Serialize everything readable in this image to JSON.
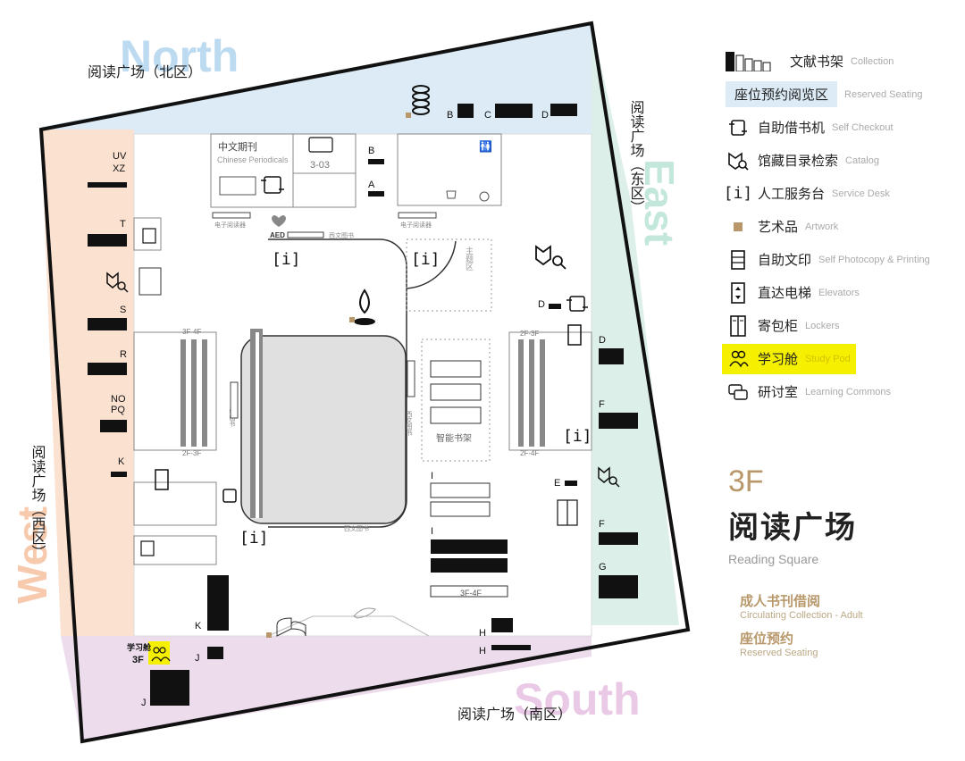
{
  "zones": {
    "north_en": "North",
    "north_cn": "阅读广场（北区）",
    "south_en": "South",
    "south_cn": "阅读广场（南区）",
    "east_en": "East",
    "east_cn": "阅读广场（东区）",
    "west_en": "West",
    "west_cn": "阅读广场（西区）"
  },
  "rooms": {
    "periodicals_cn": "中文期刊",
    "periodicals_en": "Chinese Periodicals",
    "room_303": "3-03",
    "ereader_1": "电子阅读器",
    "ereader_2": "电子阅读器",
    "aed": "AED",
    "western_books_1": "西文图书",
    "western_books_2": "西文图书",
    "western_books_3": "西文图书",
    "japanese_books": "日韩图书",
    "theme_area": "主题区",
    "smart_shelf": "智能书架",
    "stairs_3f4f_left": "3F-4F",
    "stairs_2f3f_left": "2F-3F",
    "stairs_2f3f_right": "2F-3F",
    "stairs_2f4f_right": "2F-4F",
    "stairs_3f4f_bottom": "3F-4F",
    "study_pod_label": "学习舱",
    "study_pod_floor": "3F"
  },
  "shelf_labels": [
    "UV",
    "XZ",
    "T",
    "S",
    "R",
    "NO",
    "PQ",
    "K",
    "B",
    "C",
    "D",
    "B",
    "A",
    "D",
    "D",
    "F",
    "E",
    "F",
    "G",
    "I",
    "I",
    "H",
    "H",
    "K",
    "J",
    "J"
  ],
  "legend": {
    "collection_cn": "文献书架",
    "collection_en": "Collection",
    "reserved_cn": "座位预约阅览区",
    "reserved_en": "Reserved Seating",
    "checkout_cn": "自助借书机",
    "checkout_en": "Self Checkout",
    "catalog_cn": "馆藏目录检索",
    "catalog_en": "Catalog",
    "desk_cn": "人工服务台",
    "desk_en": "Service Desk",
    "artwork_cn": "艺术品",
    "artwork_en": "Artwork",
    "photocopy_cn": "自助文印",
    "photocopy_en": "Self Photocopy & Printing",
    "elevator_cn": "直达电梯",
    "elevator_en": "Elevators",
    "lockers_cn": "寄包柜",
    "lockers_en": "Lockers",
    "studypod_cn": "学习舱",
    "studypod_en": "Study Pod",
    "commons_cn": "研讨室",
    "commons_en": "Learning Commons"
  },
  "floor": {
    "number": "3F",
    "name_cn": "阅读广场",
    "name_en": "Reading Square",
    "sub1_cn": "成人书刊借阅",
    "sub1_en": "Circulating Collection - Adult",
    "sub2_cn": "座位预约",
    "sub2_en": "Reserved Seating"
  },
  "colors": {
    "north": "#dcebf5",
    "south": "#ecdcec",
    "east": "#dcefe9",
    "west": "#fbe1d0",
    "accent": "#b8986a",
    "highlight": "#f5f000",
    "wall": "#111111"
  }
}
